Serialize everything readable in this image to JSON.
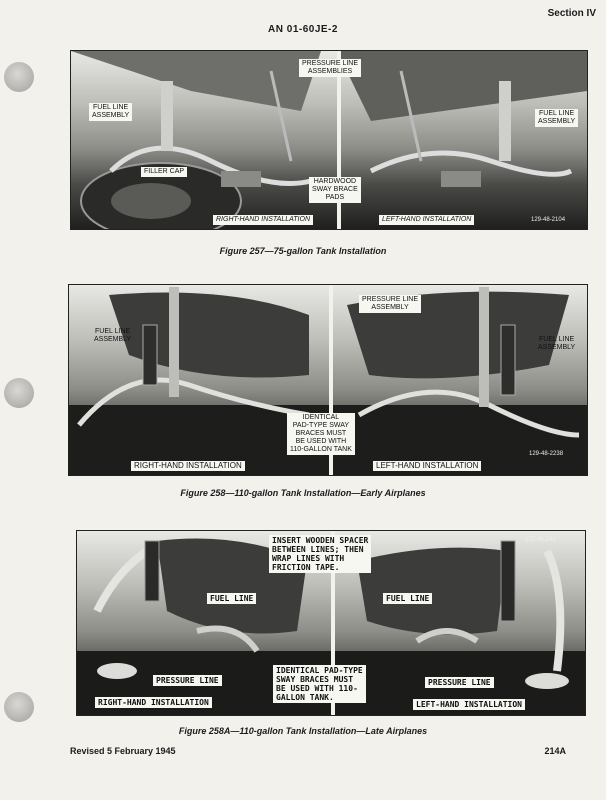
{
  "header": {
    "section": "Section IV",
    "document": "AN 01-60JE-2"
  },
  "figure257": {
    "caption": "Figure 257—75-gallon Tank Installation",
    "labels": {
      "pressure_line": "PRESSURE LINE\nASSEMBLIES",
      "fuel_line_left": "FUEL LINE\nASSEMBLY",
      "fuel_line_right": "FUEL LINE\nASSEMBLY",
      "filler_cap": "FILLER CAP",
      "hardwood": "HARDWOOD\nSWAY BRACE\nPADS",
      "right_hand": "RIGHT-HAND INSTALLATION",
      "left_hand": "LEFT-HAND INSTALLATION",
      "code": "129-48-2104"
    }
  },
  "figure258": {
    "caption": "Figure 258—110-gallon Tank Installation—Early Airplanes",
    "labels": {
      "fuel_line_left": "FUEL LINE\nASSEMBLY",
      "pressure_line": "PRESSURE LINE\nASSEMBLY",
      "fuel_line_right": "FUEL LINE\nASSEMBLY",
      "identical": "IDENTICAL\nPAD-TYPE SWAY\nBRACES MUST\nBE USED WITH\n110-GALLON TANK",
      "right_hand": "RIGHT-HAND INSTALLATION",
      "left_hand": "LEFT-HAND INSTALLATION",
      "code": "129-48-2238"
    }
  },
  "figure258a": {
    "caption": "Figure 258A—110-gallon Tank Installation—Late Airplanes",
    "labels": {
      "insert": "INSERT WOODEN SPACER\nBETWEEN LINES; THEN\nWRAP LINES WITH\nFRICTION TAPE.",
      "code": "122-48-242",
      "fuel_line_left": "FUEL LINE",
      "fuel_line_right": "FUEL LINE",
      "identical": "IDENTICAL PAD-TYPE\nSWAY BRACES MUST\nBE USED WITH 110-\nGALLON TANK.",
      "pressure_line_left": "PRESSURE LINE",
      "pressure_line_right": "PRESSURE LINE",
      "right_hand": "RIGHT-HAND INSTALLATION",
      "left_hand": "LEFT-HAND INSTALLATION"
    }
  },
  "footer": {
    "revised": "Revised 5 February 1945",
    "page": "214A"
  }
}
